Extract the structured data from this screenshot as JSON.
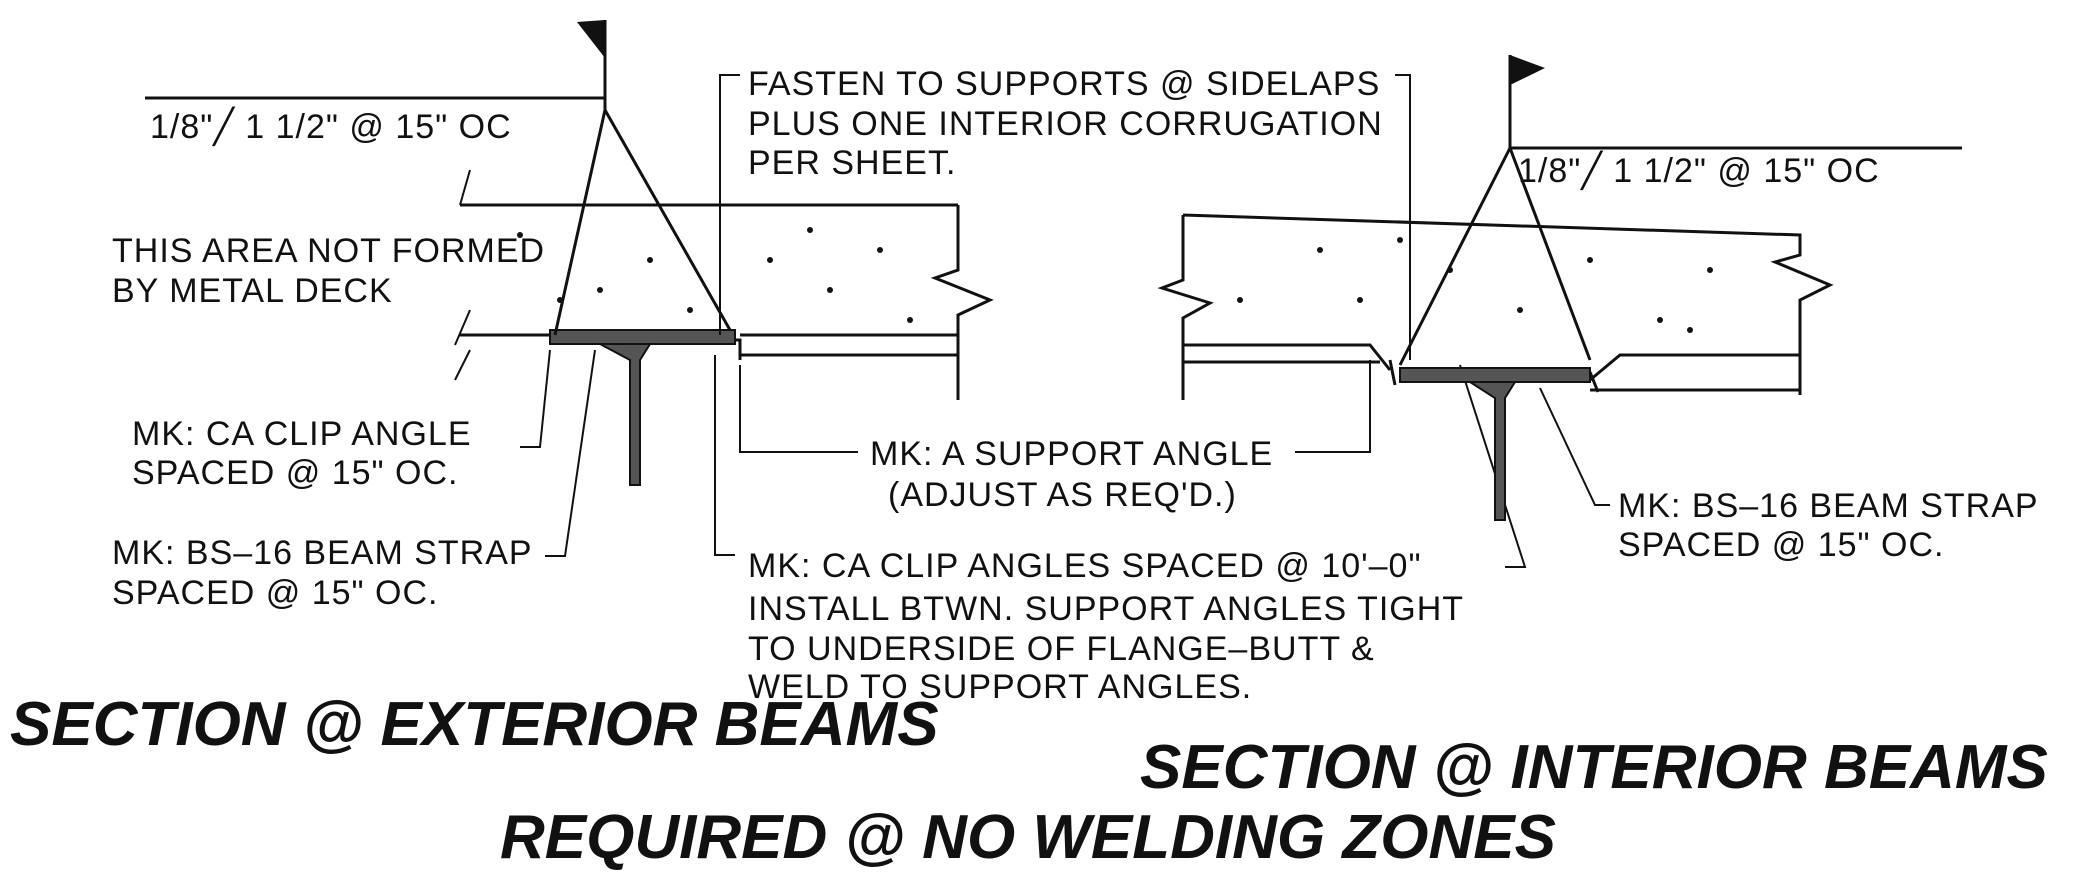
{
  "exterior": {
    "weld_symbol": "1/8\"╱ 1 1/2\" @ 15\" OC",
    "note_not_formed": [
      "THIS AREA NOT FORMED",
      "BY METAL DECK"
    ],
    "note_clip_angle": [
      "MK: CA CLIP ANGLE",
      "SPACED @ 15\" OC."
    ],
    "note_beam_strap": [
      "MK: BS–16 BEAM STRAP",
      "SPACED @ 15\" OC."
    ]
  },
  "shared": {
    "note_fasten": [
      "FASTEN TO SUPPORTS @ SIDELAPS",
      "PLUS ONE INTERIOR CORRUGATION",
      "PER SHEET."
    ],
    "note_support_angle": [
      "MK: A SUPPORT ANGLE",
      "(ADJUST AS REQ'D.)"
    ],
    "note_clip_angles": [
      "MK: CA CLIP ANGLES SPACED @ 10'–0\"",
      "INSTALL BTWN. SUPPORT ANGLES TIGHT",
      "TO UNDERSIDE OF FLANGE–BUTT &",
      "WELD TO SUPPORT ANGLES."
    ]
  },
  "interior": {
    "weld_symbol": "1/8\"╱ 1 1/2\" @ 15\" OC",
    "note_beam_strap": [
      "MK: BS–16 BEAM STRAP",
      "SPACED @ 15\" OC."
    ]
  },
  "titles": {
    "exterior": "SECTION @ EXTERIOR BEAMS",
    "interior": "SECTION @ INTERIOR BEAMS",
    "subtitle": "REQUIRED @ NO WELDING ZONES"
  }
}
